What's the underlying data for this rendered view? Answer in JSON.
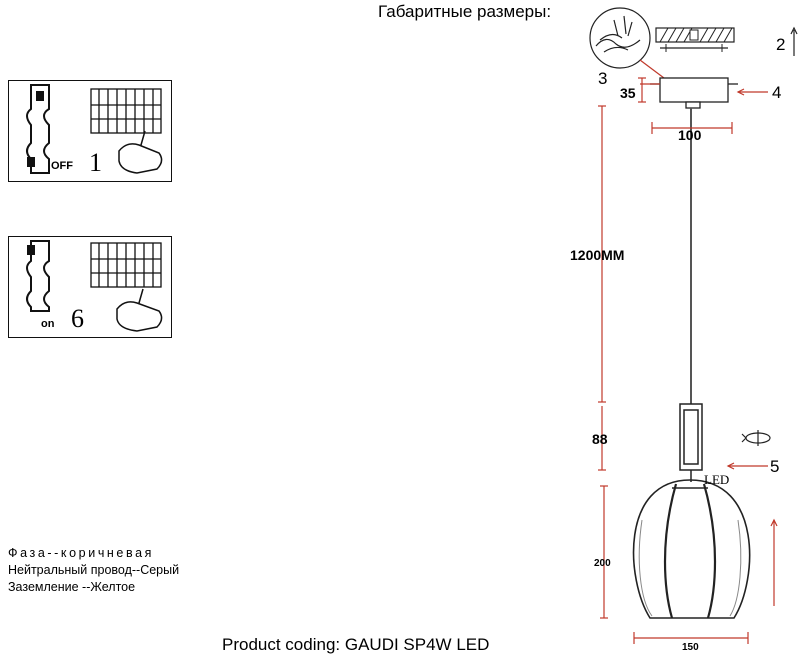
{
  "header": {
    "title": "Габаритные размеры:"
  },
  "footer": {
    "product_coding": "Product coding: GAUDI SP4W LED"
  },
  "wiring_legend": {
    "phase": "Фаза--коричневая",
    "neutral": "Нейтральный провод--Серый",
    "ground": "Заземление --Желтое"
  },
  "steps": {
    "step1": {
      "switch_label": "OFF",
      "number": "1"
    },
    "step6": {
      "switch_label": "on",
      "number": "6"
    }
  },
  "callouts": {
    "c2": "2",
    "c3": "3",
    "c4": "4",
    "c5": "5"
  },
  "dimensions": {
    "canopy_height": "35",
    "canopy_width": "100",
    "cable_length": "1200MM",
    "holder_height": "88",
    "shade_height": "200",
    "shade_width": "150"
  },
  "labels": {
    "led": "LED"
  },
  "colors": {
    "dimension_line": "#c0392b",
    "drawing": "#222222"
  }
}
